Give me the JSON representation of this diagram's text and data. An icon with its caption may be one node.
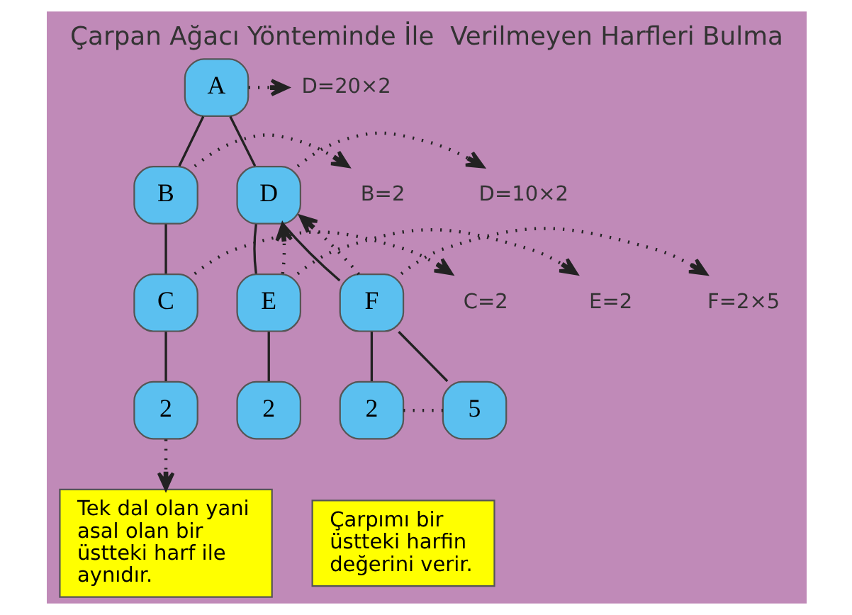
{
  "diagram": {
    "title": "Çarpan Ağacı Yönteminde İle  Verilmeyen Harfleri Bulma",
    "nodes": [
      {
        "text": [
          "A"
        ]
      },
      {
        "text": [
          "D=20×2"
        ]
      },
      {
        "text": [
          "B"
        ]
      },
      {
        "text": [
          "B=2"
        ]
      },
      {
        "text": [
          "D"
        ]
      },
      {
        "text": [
          "D=10×2"
        ]
      },
      {
        "text": [
          "C"
        ]
      },
      {
        "text": [
          "C=2"
        ]
      },
      {
        "text": [
          "E"
        ]
      },
      {
        "text": [
          "E=2"
        ]
      },
      {
        "text": [
          "F"
        ]
      },
      {
        "text": [
          "F=2×5"
        ]
      },
      {
        "text": [
          "2"
        ]
      },
      {
        "text": [
          "2"
        ]
      },
      {
        "text": [
          "2"
        ]
      },
      {
        "text": [
          "5"
        ]
      },
      {
        "text": [
          "Tek dal olan yani asal olan bir üstteki harf ile aynıdır."
        ]
      },
      {
        "text": [
          "Çarpımı bir üstteki harfin değerini verir."
        ]
      }
    ],
    "edges": [
      {
        "from": 0,
        "to": 2,
        "arrow": "none"
      },
      {
        "from": 0,
        "to": 4,
        "arrow": "none"
      },
      {
        "from": 2,
        "to": 6,
        "arrow": "none"
      },
      {
        "from": 4,
        "to": 8,
        "arrow": "none"
      },
      {
        "from": 4,
        "to": 10,
        "arrow": "none"
      },
      {
        "from": 6,
        "to": 12,
        "arrow": "none"
      },
      {
        "from": 8,
        "to": 13,
        "arrow": "none"
      },
      {
        "from": 10,
        "to": 14,
        "arrow": "none"
      },
      {
        "from": 10,
        "to": 15,
        "arrow": "none"
      },
      {
        "from": 0,
        "to": 1,
        "arrow": "to",
        "style": "dashed"
      },
      {
        "from": 2,
        "to": 3,
        "arrow": "to",
        "style": "dashed"
      },
      {
        "from": 4,
        "to": 5,
        "arrow": "to",
        "style": "dashed"
      },
      {
        "from": 6,
        "to": 7,
        "arrow": "to",
        "style": "dashed"
      },
      {
        "from": 8,
        "to": 9,
        "arrow": "to",
        "style": "dashed"
      },
      {
        "from": 10,
        "to": 11,
        "arrow": "to",
        "style": "dashed"
      },
      {
        "from": 12,
        "to": 16,
        "arrow": "to",
        "style": "dashed"
      },
      {
        "from": 8,
        "to": 4,
        "arrow": "to",
        "style": "dashed"
      },
      {
        "from": 10,
        "to": 4,
        "arrow": "to",
        "style": "dashed"
      },
      {
        "from": 14,
        "to": 15,
        "arrow": "none",
        "style": "dashed"
      }
    ]
  }
}
